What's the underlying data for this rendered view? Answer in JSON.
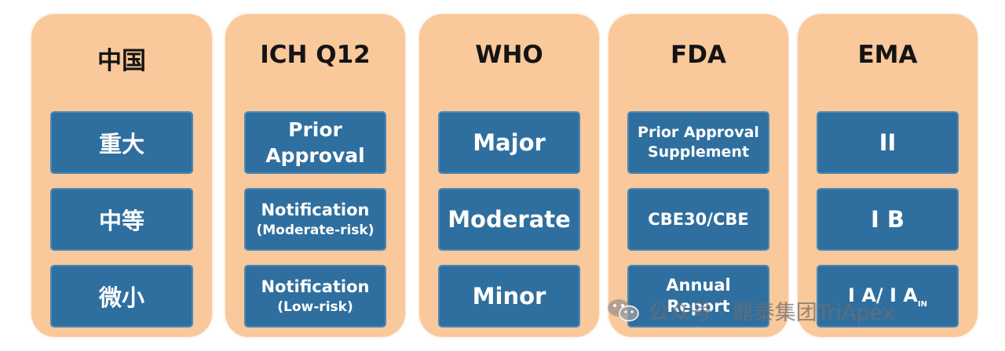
{
  "columns": [
    {
      "title": "中国",
      "items": [
        "重大",
        "中等",
        "微小"
      ]
    },
    {
      "title": "ICH Q12",
      "items": [
        [
          "Prior",
          "Approval"
        ],
        [
          "Notification",
          "(Moderate-risk)"
        ],
        [
          "Notification",
          "(Low-risk)"
        ]
      ]
    },
    {
      "title": "WHO",
      "items": [
        "Major",
        "Moderate",
        "Minor"
      ]
    },
    {
      "title": "FDA",
      "items": [
        [
          "Prior Approval",
          "Supplement"
        ],
        "CBE30/CBE",
        [
          "Annual",
          "Report"
        ]
      ]
    },
    {
      "title": "EMA",
      "items": [
        "II",
        "I B",
        "I A/ I A"
      ]
    }
  ],
  "ema_minor_subscript": "IN",
  "watermark": {
    "text": "公众号 · 鼎泰集团TriApex",
    "icon": "wechat-icon"
  },
  "colors": {
    "panel": "#f9c89b",
    "box": "#2f6f9f",
    "box_border": "#4a87b5",
    "text_dark": "#141414"
  }
}
